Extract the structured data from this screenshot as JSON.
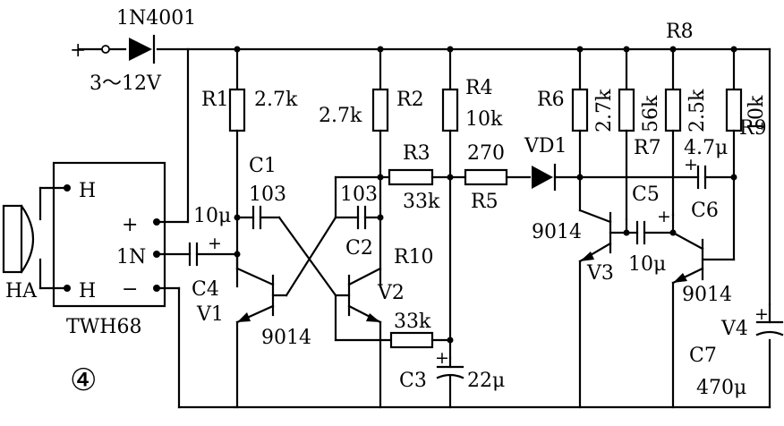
{
  "labels": {
    "diode_in": "1N4001",
    "plus_sign": "+",
    "supply": "3～12V",
    "r1": "R1",
    "r1_val": "2.7k",
    "r2": "R2",
    "r2_val": "2.7k",
    "r4": "R4",
    "r4_val": "10k",
    "r6": "R6",
    "r6_val": "2.7k",
    "r7": "R7",
    "r7_val": "56k",
    "r8": "R8",
    "r8_val": "2.5k",
    "r9": "R9",
    "r9_val": "10k",
    "r3": "R3",
    "r3_val": "33k",
    "r5": "R5",
    "r5_val": "270",
    "vd1": "VD1",
    "c1": "C1",
    "c1_val": "103",
    "c1_cap": "10μ",
    "c2": "C2",
    "c2_val": "103",
    "c3": "C3",
    "c3_val": "22μ",
    "c4": "C4",
    "c5": "C5",
    "c5_val": "10μ",
    "c6": "C6",
    "c6_val": "4.7μ",
    "c7": "C7",
    "c7_val": "470μ",
    "r10": "R10",
    "r10_val": "33k",
    "v1": "V1",
    "v1_type": "9014",
    "v2": "V2",
    "v3": "V3",
    "v3_type": "9014",
    "v4": "V4",
    "v4_type": "9014",
    "module": "TWH68",
    "h_top": "H",
    "h_bot": "H",
    "pin_plus": "+",
    "pin_in": "1N",
    "pin_minus": "−",
    "ha": "HA",
    "figure_number": "④"
  }
}
